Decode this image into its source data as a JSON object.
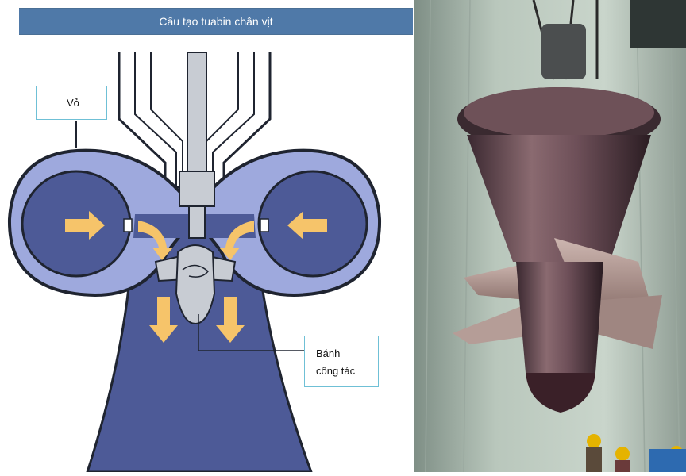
{
  "diagram": {
    "title": "Cấu tạo tuabin chân vịt",
    "labels": {
      "casing": "Vỏ",
      "runner_line1": "Bánh",
      "runner_line2": "công tác"
    }
  },
  "colors": {
    "title_bar": "#4f79a8",
    "water": "#4d5a97",
    "casing_fill": "#9ea9dd",
    "outline": "#1f2430",
    "arrows": "#f6c46a",
    "label_border": "#6fc0d6",
    "metal": "#c8ccd3"
  },
  "photo": {
    "subject": "propeller-turbine-runner-photo"
  }
}
